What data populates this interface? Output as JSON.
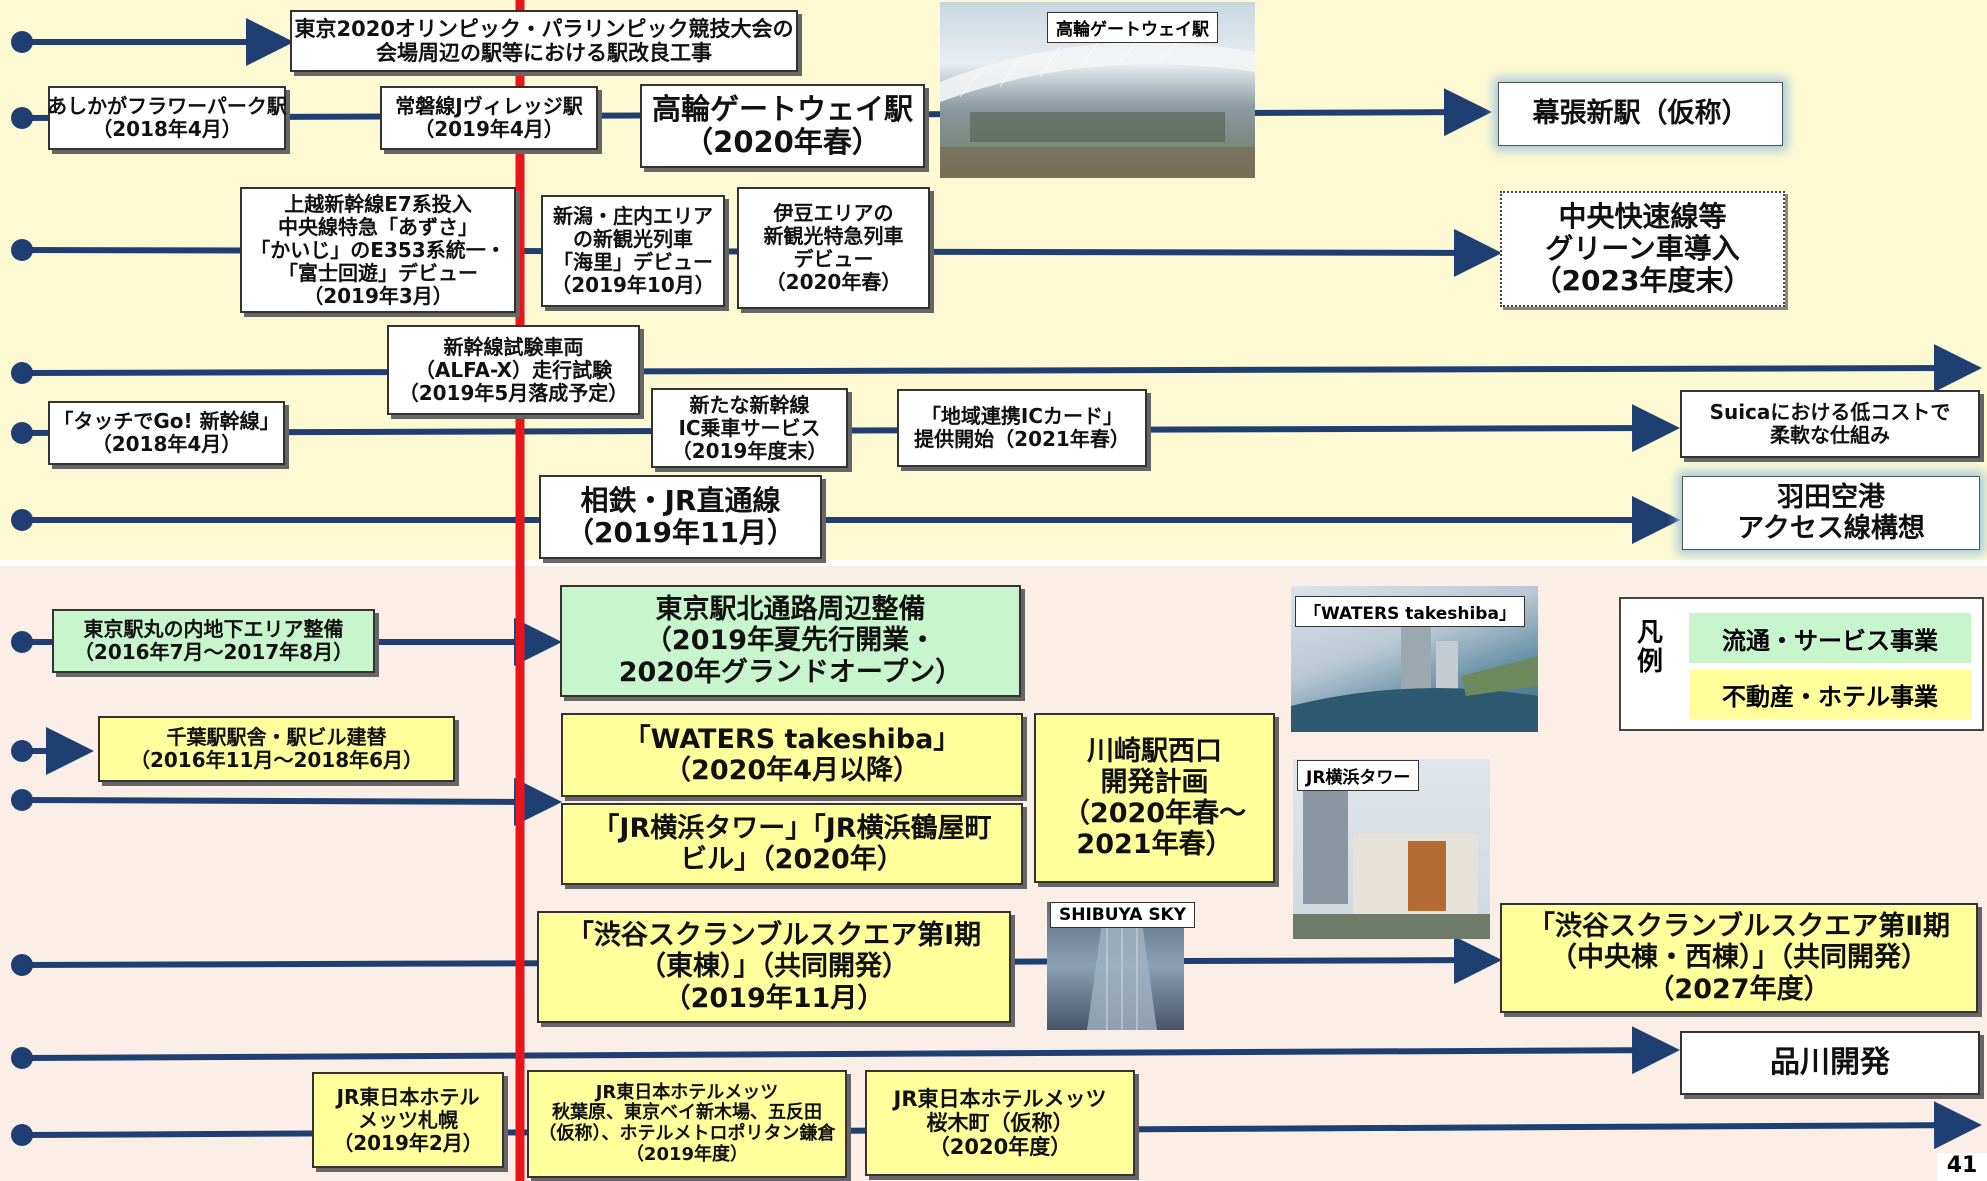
{
  "items": {
    "olympic": [
      "東京2020オリンピック・パラリンピック競技大会の",
      "会場周辺の駅等における駅改良工事"
    ],
    "ashikaga": [
      "あしかがフラワーパーク駅",
      "（2018年4月）"
    ],
    "jvillage": [
      "常磐線Jヴィレッジ駅",
      "（2019年4月）"
    ],
    "takanawa": [
      "高輪ゲートウェイ駅",
      "（2020年春）"
    ],
    "makuhari": [
      "幕張新駅（仮称）"
    ],
    "joetsu": [
      "上越新幹線E7系投入",
      "中央線特急「あずさ」",
      "「かいじ」のE353系統一・",
      "「富士回遊」デビュー",
      "（2019年3月）"
    ],
    "niigata": [
      "新潟・庄内エリア",
      "の新観光列車",
      "「海里」デビュー",
      "（2019年10月）"
    ],
    "izu": [
      "伊豆エリアの",
      "新観光特急列車",
      "デビュー",
      "（2020年春）"
    ],
    "chuo_green": [
      "中央快速線等",
      "グリーン車導入",
      "（2023年度末）"
    ],
    "alfax": [
      "新幹線試験車両",
      "（ALFA-X）走行試験",
      "（2019年5月落成予定）"
    ],
    "touchgo": [
      "「タッチでGo! 新幹線」",
      "（2018年4月）"
    ],
    "ic_service": [
      "新たな新幹線",
      "IC乗車サービス",
      "（2019年度末）"
    ],
    "local_ic": [
      "「地域連携ICカード」",
      "提供開始（2021年春）"
    ],
    "suica": [
      "Suicaにおける低コストで",
      "柔軟な仕組み"
    ],
    "sotetsu": [
      "相鉄・JR直通線",
      "（2019年11月）"
    ],
    "haneda": [
      "羽田空港",
      "アクセス線構想"
    ],
    "marunouchi": [
      "東京駅丸の内地下エリア整備",
      "（2016年7月～2017年8月）"
    ],
    "tokyo_north": [
      "東京駅北通路周辺整備",
      "（2019年夏先行開業・",
      "2020年グランドオープン）"
    ],
    "chiba": [
      "千葉駅駅舎・駅ビル建替",
      "（2016年11月～2018年6月）"
    ],
    "waters": [
      "「WATERS takeshiba」",
      "（2020年4月以降）"
    ],
    "kawasaki": [
      "川崎駅西口",
      "開発計画",
      "（2020年春～",
      "2021年春）"
    ],
    "yokohama": [
      "「JR横浜タワー」「JR横浜鶴屋町",
      "ビル」（2020年）"
    ],
    "shibuya1": [
      "「渋谷スクランブルスクエア第Ⅰ期",
      "（東棟）」（共同開発）",
      "（2019年11月）"
    ],
    "shibuya2": [
      "「渋谷スクランブルスクエア第Ⅱ期",
      "（中央棟・西棟）」（共同開発）",
      "（2027年度）"
    ],
    "shinagawa": [
      "品川開発"
    ],
    "mets_sapporo": [
      "JR東日本ホテル",
      "メッツ札幌",
      "（2019年2月）"
    ],
    "mets_multi": [
      "JR東日本ホテルメッツ",
      "秋葉原、東京ベイ新木場、五反田",
      "（仮称）、ホテルメトロポリタン鎌倉",
      "（2019年度）"
    ],
    "mets_sakuragicho": [
      "JR東日本ホテルメッツ",
      "桜木町（仮称）",
      "（2020年度）"
    ]
  },
  "captions": {
    "takanawa_img": "高輪ゲートウェイ駅",
    "waters_img": "「WATERS takeshiba」",
    "yokohama_img": "JR横浜タワー",
    "shibuya_img": "SHIBUYA SKY"
  },
  "legend": {
    "title": "凡例",
    "retail": "流通・サービス事業",
    "realestate": "不動産・ホテル事業",
    "retail_color": "#c8f5cc",
    "realestate_color": "#ffff9c"
  },
  "page_number": "41"
}
